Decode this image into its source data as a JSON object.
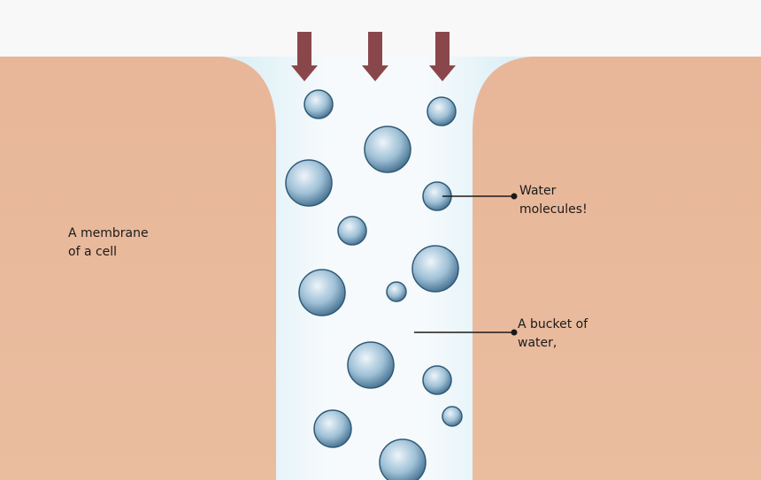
{
  "labels": {
    "membrane": "A membrane\nof a cell",
    "water_molecules": "Water\nmolecules!",
    "bucket": "A bucket of\nwater,"
  },
  "colors": {
    "membrane": "#e6b497",
    "channel_edge": "#d6eef5",
    "channel_center": "#f7fafc",
    "arrow": "#8a474b",
    "molecule_light": "#eef5fa",
    "molecule_mid": "#9ec0d6",
    "molecule_dark": "#3e6a8a",
    "pointer": "#1a1a1a"
  },
  "icons": [
    "down-arrow-icon"
  ]
}
